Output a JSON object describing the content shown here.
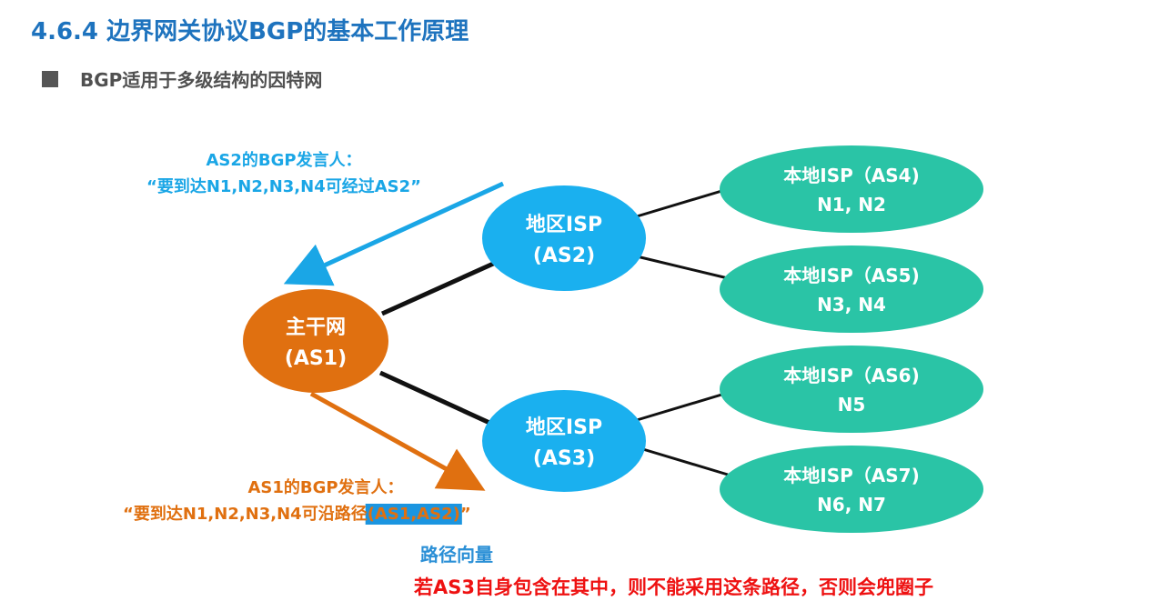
{
  "header": {
    "title": "4.6.4 边界网关协议BGP的基本工作原理",
    "bullet": "BGP适用于多级结构的因特网"
  },
  "colors": {
    "title": "#1e73be",
    "backbone": "#e07010",
    "regional": "#1ab0ef",
    "local": "#2ac4a6",
    "as2_annotation": "#1aa6e6",
    "as1_annotation": "#e07010",
    "highlight": "#1b95e0",
    "warning": "#ee1111"
  },
  "nodes": {
    "backbone": {
      "line1": "主干网",
      "line2": "(AS1)"
    },
    "as2": {
      "line1": "地区ISP",
      "line2": "(AS2)"
    },
    "as3": {
      "line1": "地区ISP",
      "line2": "(AS3)"
    },
    "as4": {
      "line1": "本地ISP（AS4)",
      "line2": "N1, N2"
    },
    "as5": {
      "line1": "本地ISP（AS5)",
      "line2": "N3, N4"
    },
    "as6": {
      "line1": "本地ISP（AS6)",
      "line2": "N5"
    },
    "as7": {
      "line1": "本地ISP（AS7)",
      "line2": "N6, N7"
    }
  },
  "annotations": {
    "as2_speaker": {
      "line1": "AS2的BGP发言人：",
      "line2": "“要到达N1,N2,N3,N4可经过AS2”"
    },
    "as1_speaker": {
      "line1": "AS1的BGP发言人：",
      "line2_prefix": "“要到达N1,N2,N3,N4可沿路径",
      "line2_path": "(AS1,AS2)",
      "line2_suffix": "”"
    },
    "path_vector": "路径向量",
    "loop_note": "若AS3自身包含在其中，则不能采用这条路径，否则会兜圈子"
  }
}
